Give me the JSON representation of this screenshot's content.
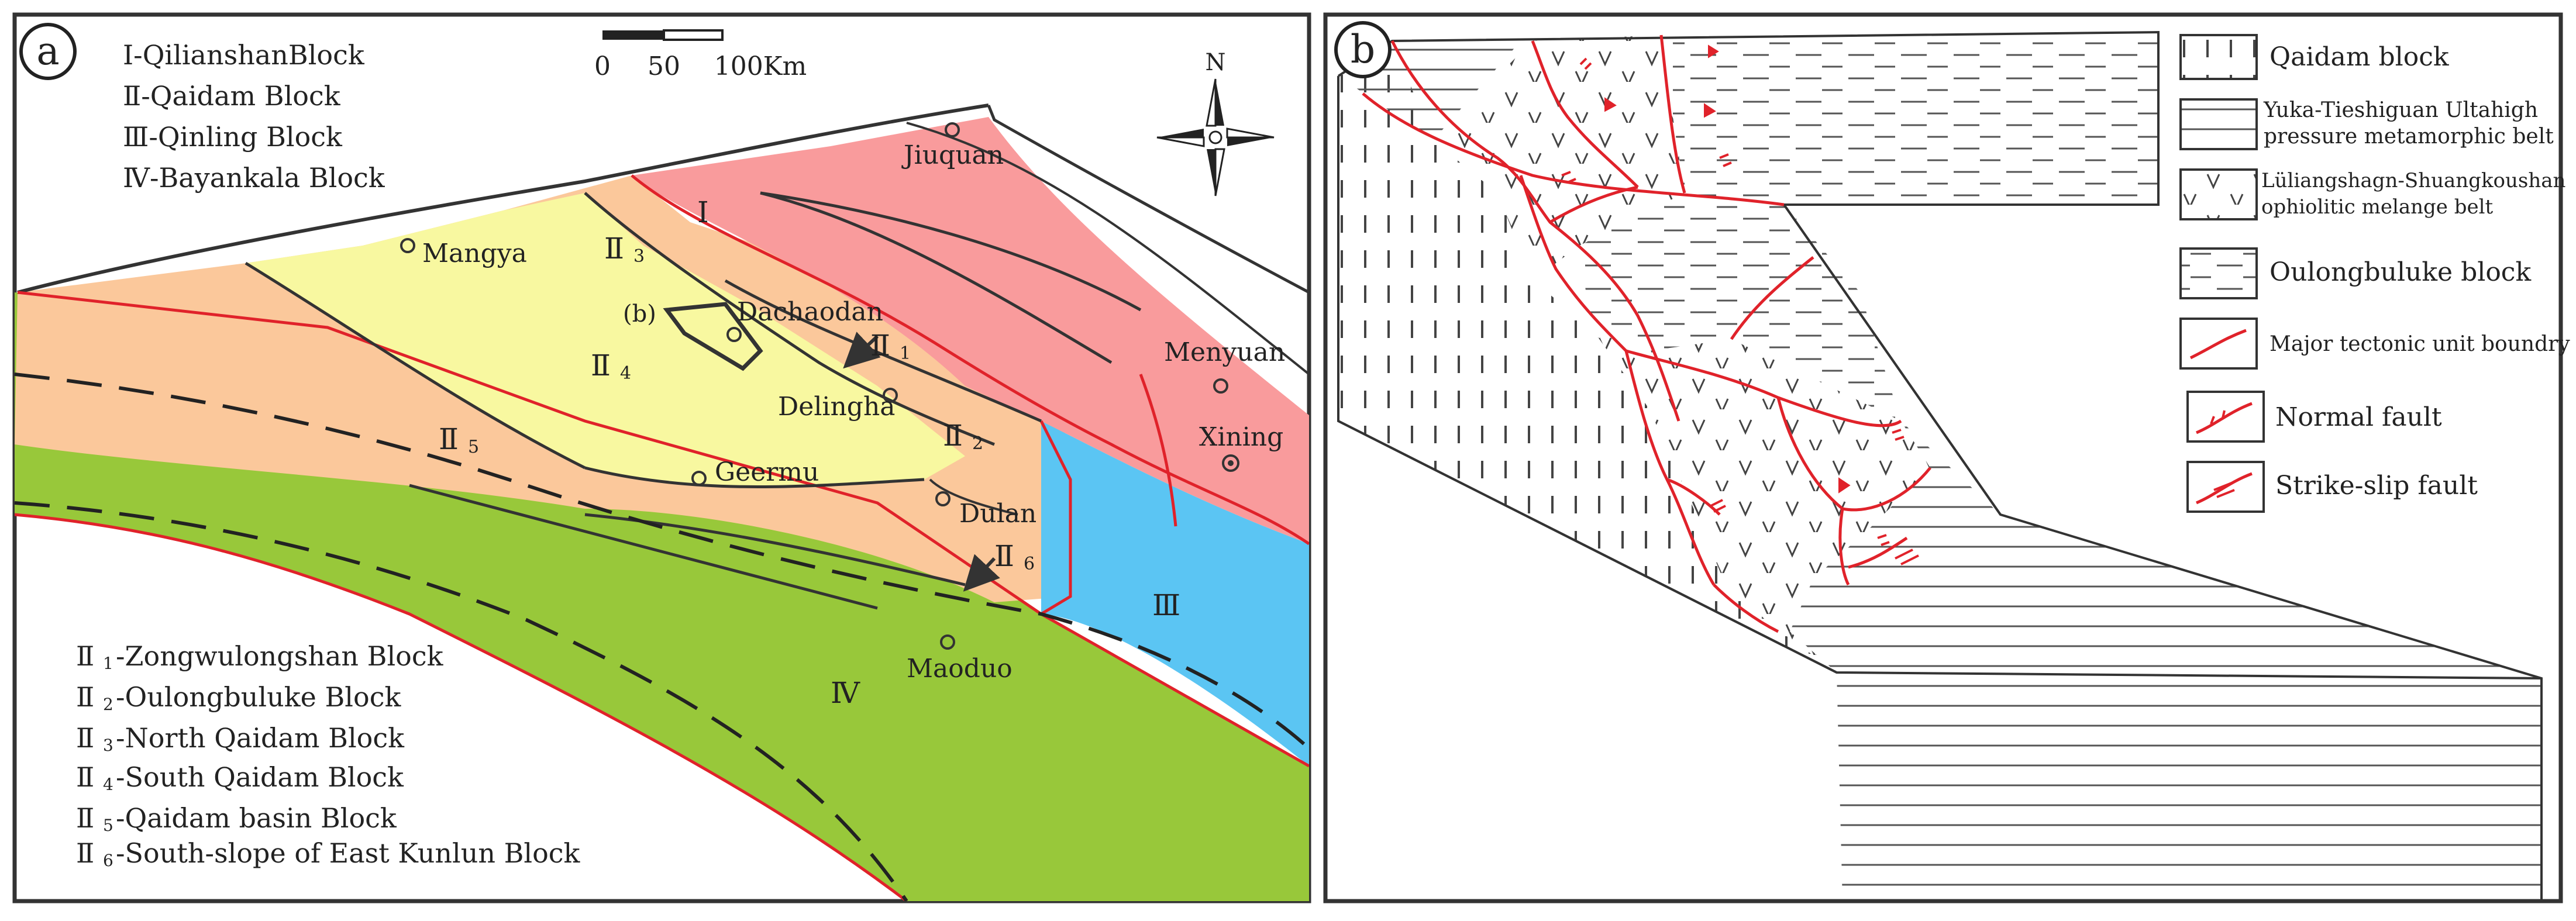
{
  "panel_a": {
    "tag": "a",
    "legend_top": [
      "Ⅰ-QilianshanBlock",
      "Ⅱ-Qaidam Block",
      "Ⅲ-Qinling Block",
      "Ⅳ-Bayankala Block"
    ],
    "legend_bottom": [
      {
        "roman": "Ⅱ",
        "sub": "1",
        "text": "-Zongwulongshan Block"
      },
      {
        "roman": "Ⅱ",
        "sub": "2",
        "text": "-Oulongbuluke Block"
      },
      {
        "roman": "Ⅱ",
        "sub": "3",
        "text": "-North Qaidam Block"
      },
      {
        "roman": "Ⅱ",
        "sub": "4",
        "text": "-South Qaidam Block"
      },
      {
        "roman": "Ⅱ",
        "sub": "5",
        "text": "-Qaidam basin Block"
      },
      {
        "roman": "Ⅱ",
        "sub": "6",
        "text": "-South-slope of East Kunlun Block"
      }
    ],
    "scale_ticks": [
      "0",
      "50",
      "100Km"
    ],
    "north": "N",
    "cities": {
      "jiuquan": "Jiuquan",
      "mangya": "Mangya",
      "dachaodan": "Dachaodan",
      "menyuan": "Menyuan",
      "delingha": "Delingha",
      "xining": "Xining",
      "geermu": "Geermu",
      "dulan": "Dulan",
      "maoduo": "Maoduo"
    },
    "inset_label": "(b)",
    "region_labels": {
      "r1": "Ⅰ",
      "r3": "Ⅲ",
      "r4": "Ⅳ",
      "ii": "Ⅱ",
      "s1": "1",
      "s2": "2",
      "s3": "3",
      "s4": "4",
      "s5": "5",
      "s6": "6"
    },
    "colors": {
      "block_I": "#f99b9c",
      "block_III": "#5bc5f3",
      "block_IV": "#98c83a",
      "basin_II5": "#fbc89b",
      "south_II4": "#f8f8a0",
      "boundary": "#e0222a"
    }
  },
  "panel_b": {
    "tag": "b",
    "legend": [
      {
        "symbol": "qaidam-pattern",
        "text": [
          "Qaidam block"
        ]
      },
      {
        "symbol": "yuka-pattern",
        "text": [
          "Yuka-Tieshiguan Ultahigh",
          "pressure metamorphic belt"
        ]
      },
      {
        "symbol": "ophiolite-pattern",
        "text": [
          "Lüliangshagn-Shuangkoushan",
          "ophiolitic melange belt"
        ]
      },
      {
        "symbol": "oulong-pattern",
        "text": [
          "Oulongbuluke block"
        ]
      },
      {
        "symbol": "boundary-symbol",
        "text": [
          "Major tectonic unit boundry"
        ]
      },
      {
        "symbol": "normal-fault-symbol",
        "text": [
          "Normal fault"
        ]
      },
      {
        "symbol": "strike-slip-symbol",
        "text": [
          "Strike-slip fault"
        ]
      }
    ]
  }
}
